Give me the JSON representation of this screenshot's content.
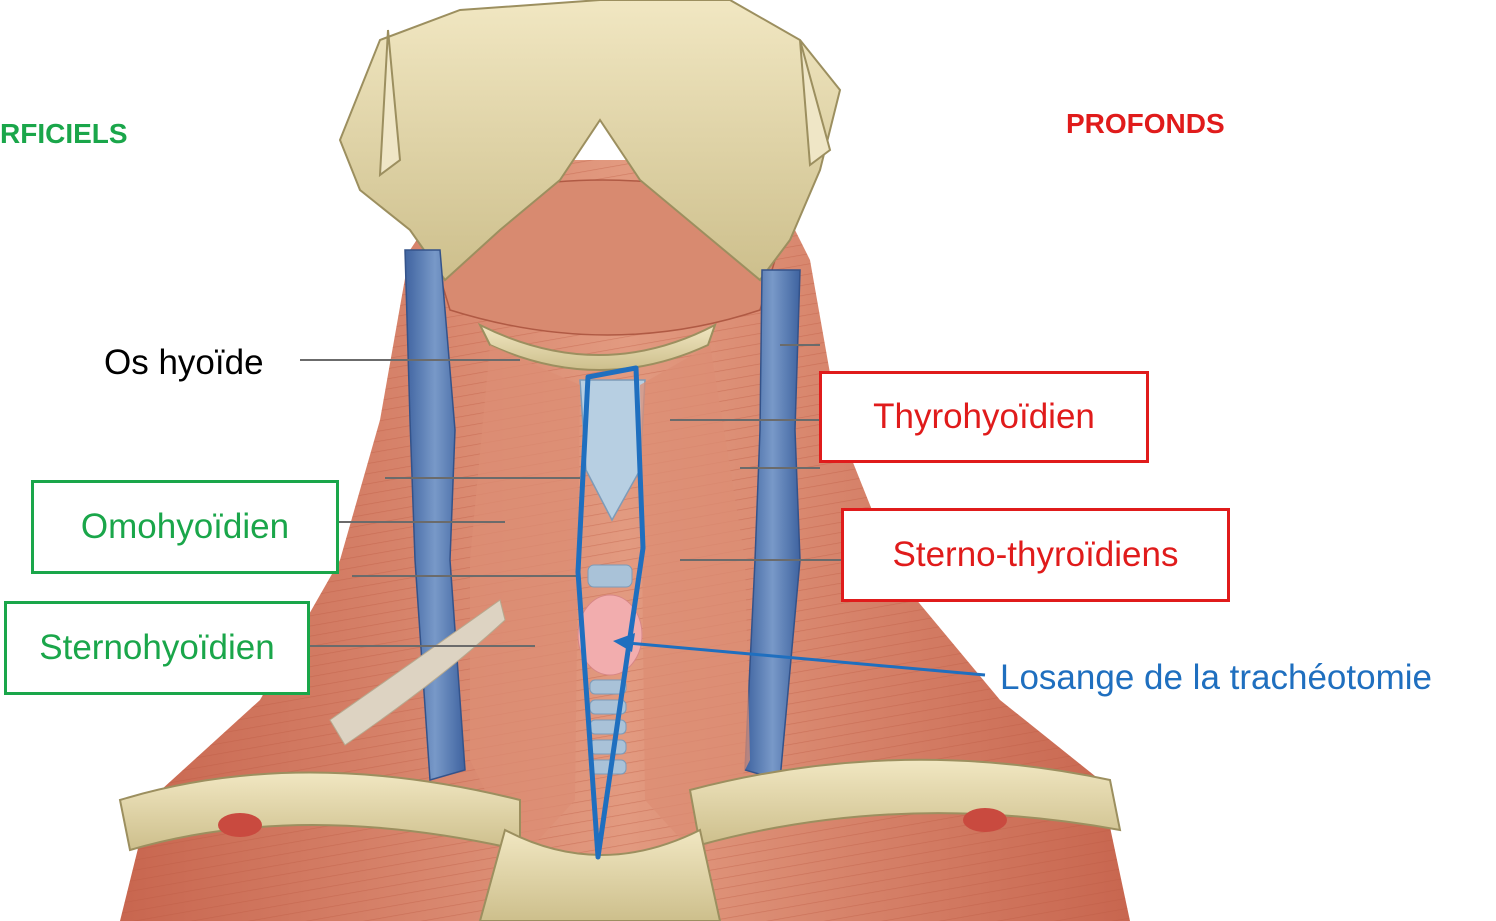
{
  "headings": {
    "superficial": "RFICIELS",
    "deep": "PROFONDS"
  },
  "labels": {
    "hyoid": "Os hyoïde",
    "omohyoid": "Omohyoïdien",
    "sternohyoid": "Sternohyoïdien",
    "thyrohyoid": "Thyrohyoïdien",
    "sternothyroid": "Sterno-thyroïdiens",
    "tracheotomy": "Losange de la trachéotomie"
  },
  "colors": {
    "superficial": "#1aa64a",
    "deep": "#e01b1b",
    "tracheotomy": "#1f6fbf",
    "text": "#000000",
    "leader": "#6b6b6b",
    "muscle": "#d9826a",
    "muscle_dark": "#b65a45",
    "bone": "#e8dcae",
    "vein": "#5a7fb0",
    "cartilage": "#a9c2d8",
    "thyroid": "#f0a8a8"
  }
}
